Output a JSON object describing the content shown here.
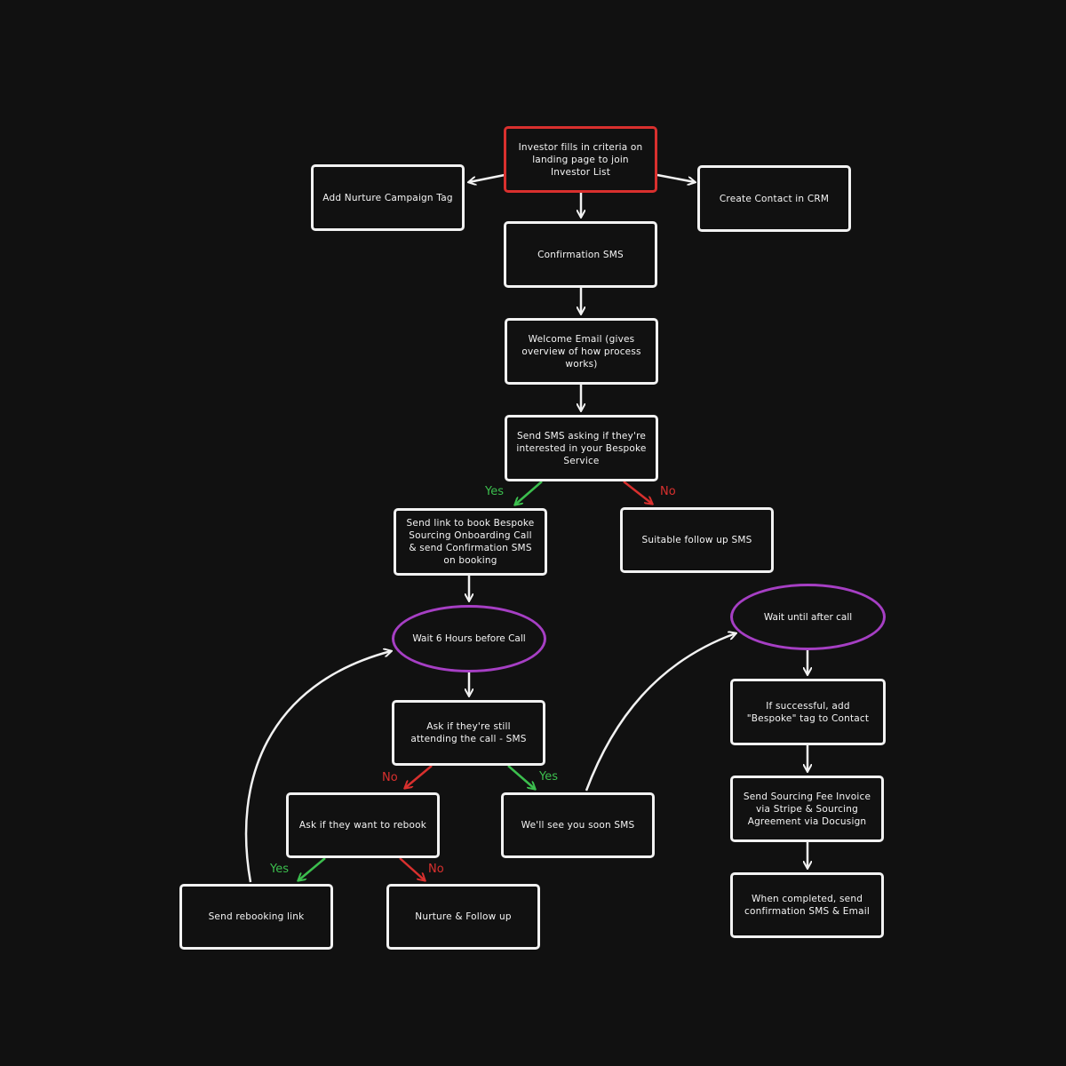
{
  "nodes": {
    "start": "Investor fills in criteria on landing page to join Investor List",
    "nurture_tag": "Add Nurture Campaign Tag",
    "create_contact": "Create Contact in CRM",
    "confirmation_sms": "Confirmation SMS",
    "welcome_email": "Welcome Email (gives overview of how process works)",
    "ask_bespoke": "Send SMS asking if they're interested in your Bespoke Service",
    "send_booking_link": "Send link to book Bespoke Sourcing Onboarding Call & send Confirmation SMS on booking",
    "follow_up_sms": "Suitable follow up SMS",
    "wait_6_hours": "Wait 6 Hours before Call",
    "wait_after_call": "Wait until after call",
    "ask_attending": "Ask if they're still attending the call - SMS",
    "ask_rebook": "Ask if they want to rebook",
    "see_you_soon": "We'll see you soon SMS",
    "rebooking_link": "Send rebooking link",
    "nurture_follow_up": "Nurture & Follow up",
    "add_bespoke_tag": "If successful, add \"Bespoke\" tag to Contact",
    "send_invoice": "Send Sourcing Fee Invoice via Stripe & Sourcing Agreement via Docusign",
    "completed": "When completed, send confirmation SMS & Email"
  },
  "labels": {
    "yes_bespoke": "Yes",
    "no_bespoke": "No",
    "no_attending": "No",
    "yes_attending": "Yes",
    "yes_rebook": "Yes",
    "no_rebook": "No"
  },
  "colors": {
    "background": "#111111",
    "box_border": "#f2f2f2",
    "start_border": "#d9302e",
    "wait_border": "#a63fc4",
    "yes": "#3cbf4e",
    "no": "#d9302e"
  }
}
